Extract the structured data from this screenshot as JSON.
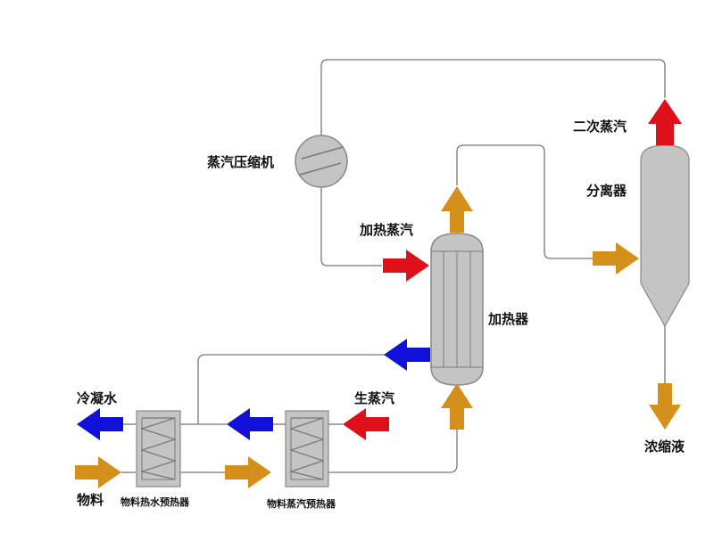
{
  "colors": {
    "material": "#D4901A",
    "steam": "#E0101A",
    "condensate": "#1010D8",
    "equipment_fill": "#C4C4C4",
    "equipment_stroke": "#888888",
    "pipe": "#777777"
  },
  "labels": {
    "compressor": "蒸汽压缩机",
    "heating_steam": "加热蒸汽",
    "heater": "加热器",
    "separator": "分离器",
    "secondary_steam": "二次蒸汽",
    "concentrate": "浓缩液",
    "condensate": "冷凝水",
    "raw_steam": "生蒸汽",
    "material": "物料",
    "hot_water_preheater": "物料热水预热器",
    "steam_preheater": "物料蒸汽预热器"
  }
}
